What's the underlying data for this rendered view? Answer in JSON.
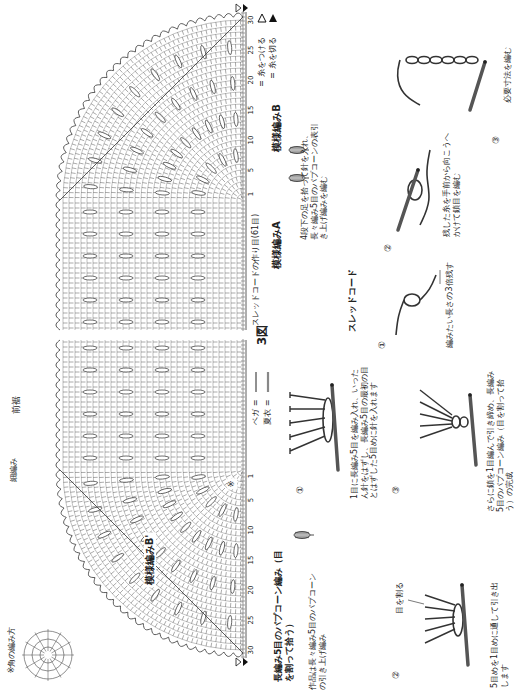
{
  "diagram": {
    "title": "3図",
    "labels": [
      "前裾",
      "模様編みB",
      "模様編みA",
      "スレッドコードの作り目(61目)",
      "模様編みB'",
      "細編み",
      "※角の編み方",
      "※",
      "1",
      "5",
      "10",
      "15",
      "20",
      "25",
      "30",
      "1",
      "5",
      "10",
      "15",
      "20",
      "25",
      "30",
      "4段下の足を拾って針を入れ、長々編み5目のパプコーンの表引き上げ編みを編む",
      "スレッドコード",
      "①",
      "編みたい長さの3倍残す",
      "②",
      "残した糸を手前から向こうへかけて鎖目を編む",
      "③",
      "必要寸法を編む",
      "長編み5目のパプコーン編み（目を割って拾う）",
      "作品は長々編み5目のパプコーンの引き上げ編み",
      "①",
      "1目に長編み5目を編み入れ、いったん針をはずし、長編み5目の最初の目とはずした5目めに針を入れます",
      "②",
      "目を割る",
      "5目めを1目めに通して引き出します",
      "③",
      "さらに鎖を1目編んで引き締め、長編み5目のパプコーン編み（目を割って拾う）の完成"
    ],
    "legend": [
      {
        "text": "= 糸をつける"
      },
      {
        "text": "= 糸を切る"
      },
      {
        "text": "ベガ ="
      },
      {
        "text": "夏衣 ="
      }
    ]
  }
}
